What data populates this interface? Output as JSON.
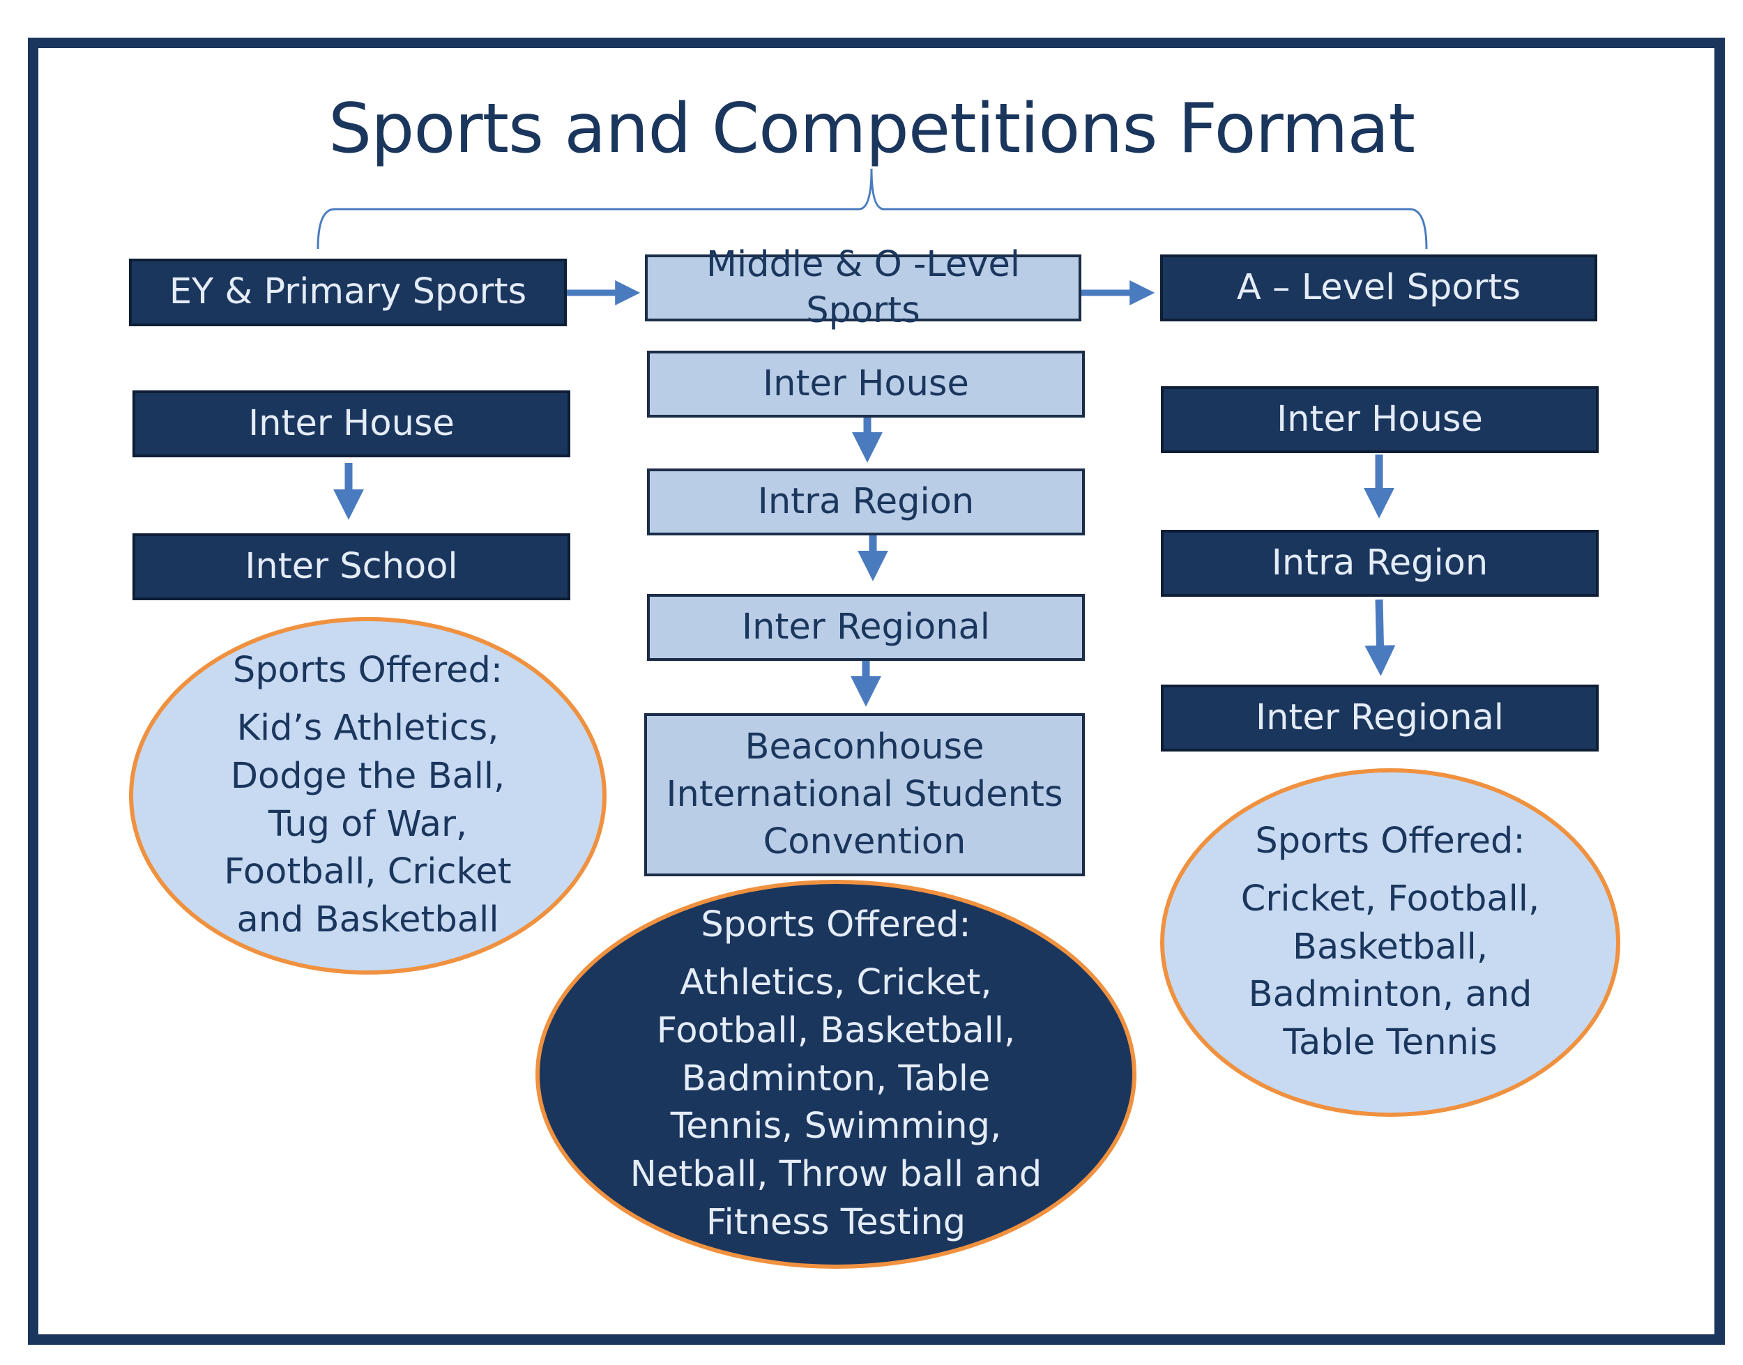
{
  "title": "Sports and Competitions Format",
  "colors": {
    "navy": "#1b365d",
    "light_blue": "#b9cde6",
    "ellipse_light": "#c7daf2",
    "arrow_blue": "#4a7bbf",
    "ellipse_border": "#f0913f"
  },
  "columns": [
    {
      "header": "EY & Primary Sports",
      "levels": [
        "Inter House",
        "Inter School"
      ],
      "sports": {
        "heading": "Sports Offered:",
        "list": "Kid’s Athletics,\nDodge the Ball,\nTug of War,\nFootball, Cricket\nand Basketball"
      }
    },
    {
      "header": "Middle & O -Level Sports",
      "levels": [
        "Inter House",
        "Intra Region",
        "Inter Regional",
        "Beaconhouse\nInternational Students\nConvention"
      ],
      "sports": {
        "heading": "Sports Offered:",
        "list": "Athletics, Cricket,\nFootball, Basketball,\nBadminton, Table\nTennis, Swimming,\nNetball, Throw ball and\nFitness Testing"
      }
    },
    {
      "header": "A – Level Sports",
      "levels": [
        "Inter House",
        "Intra Region",
        "Inter Regional"
      ],
      "sports": {
        "heading": "Sports Offered:",
        "list": "Cricket, Football,\nBasketball,\nBadminton, and\nTable Tennis"
      }
    }
  ]
}
